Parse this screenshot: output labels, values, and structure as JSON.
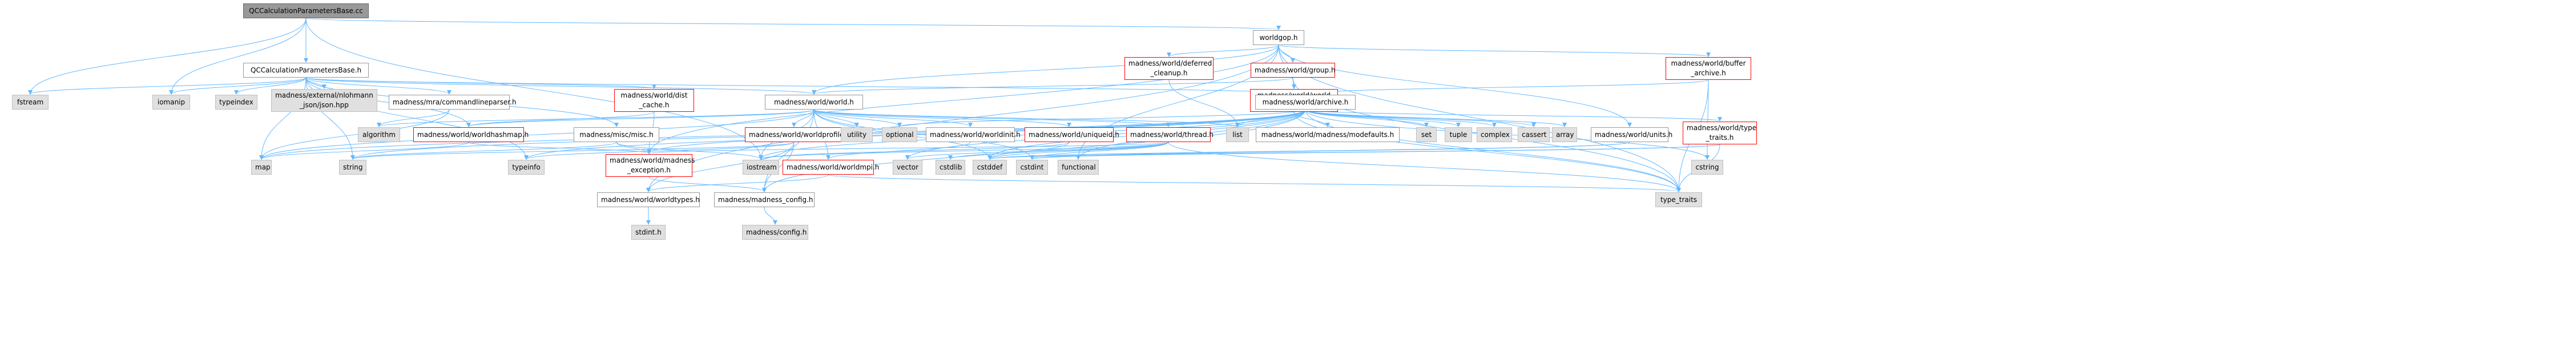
{
  "graph": {
    "nodes": [
      {
        "id": "root",
        "label": "QCCalculationParametersBase.cc",
        "kind": "root",
        "clickable": false
      },
      {
        "id": "worldgop_h",
        "label": "worldgop.h",
        "kind": "normal",
        "clickable": true
      },
      {
        "id": "qccalc_h",
        "label": "QCCalculationParametersBase.h",
        "kind": "normal",
        "clickable": true
      },
      {
        "id": "fstream",
        "label": "fstream",
        "kind": "external",
        "clickable": false
      },
      {
        "id": "iomanip",
        "label": "iomanip",
        "kind": "external",
        "clickable": false
      },
      {
        "id": "typeindex",
        "label": "typeindex",
        "kind": "external",
        "clickable": false
      },
      {
        "id": "json_hpp",
        "label": "madness/external/nlohmann\n_json/json.hpp",
        "kind": "external",
        "clickable": false
      },
      {
        "id": "cmdparser_h",
        "label": "madness/mra/commandlineparser.h",
        "kind": "normal",
        "clickable": true
      },
      {
        "id": "dist_cache_h",
        "label": "madness/world/dist\n_cache.h",
        "kind": "red",
        "clickable": true
      },
      {
        "id": "world_h",
        "label": "madness/world/world.h",
        "kind": "normal",
        "clickable": true
      },
      {
        "id": "deferred_cleanup_h",
        "label": "madness/world/deferred\n_cleanup.h",
        "kind": "red",
        "clickable": true
      },
      {
        "id": "worldgroup_h",
        "label": "madness/world/group.h",
        "kind": "red",
        "clickable": true
      },
      {
        "id": "buffer_archive_h",
        "label": "madness/world/buffer\n_archive.h",
        "kind": "red",
        "clickable": true
      },
      {
        "id": "world_task_queue_h",
        "label": "madness/world/world\n_task_queue.h",
        "kind": "red",
        "clickable": true
      },
      {
        "id": "archive_h",
        "label": "madness/world/archive.h",
        "kind": "normal",
        "clickable": true
      },
      {
        "id": "algorithm",
        "label": "algorithm",
        "kind": "external",
        "clickable": false
      },
      {
        "id": "worldhashmap_h",
        "label": "madness/world/worldhashmap.h",
        "kind": "red",
        "clickable": true
      },
      {
        "id": "misc_h",
        "label": "madness/misc/misc.h",
        "kind": "normal",
        "clickable": true
      },
      {
        "id": "profile_h",
        "label": "madness/world/worldprofile.h",
        "kind": "red",
        "clickable": true
      },
      {
        "id": "utility",
        "label": "utility",
        "kind": "external",
        "clickable": false
      },
      {
        "id": "optional",
        "label": "optional",
        "kind": "external",
        "clickable": false
      },
      {
        "id": "worldinit_h",
        "label": "madness/world/worldinit.h",
        "kind": "normal",
        "clickable": true
      },
      {
        "id": "uniqueid_h",
        "label": "madness/world/uniqueid.h",
        "kind": "red",
        "clickable": true
      },
      {
        "id": "thread_h",
        "label": "madness/world/thread.h",
        "kind": "red",
        "clickable": true
      },
      {
        "id": "list",
        "label": "list",
        "kind": "external",
        "clickable": false
      },
      {
        "id": "modefaults_h",
        "label": "madness/world/madness/modefaults.h",
        "kind": "normal",
        "clickable": true
      },
      {
        "id": "set",
        "label": "set",
        "kind": "external",
        "clickable": false
      },
      {
        "id": "tuple",
        "label": "tuple",
        "kind": "external",
        "clickable": false
      },
      {
        "id": "complex",
        "label": "complex",
        "kind": "external",
        "clickable": false
      },
      {
        "id": "cassert",
        "label": "cassert",
        "kind": "external",
        "clickable": false
      },
      {
        "id": "array",
        "label": "array",
        "kind": "external",
        "clickable": false
      },
      {
        "id": "worldunits_h",
        "label": "madness/world/units.h",
        "kind": "normal",
        "clickable": true
      },
      {
        "id": "type_traits_h",
        "label": "madness/world/type\n_traits.h",
        "kind": "red",
        "clickable": true
      },
      {
        "id": "map",
        "label": "map",
        "kind": "external",
        "clickable": false
      },
      {
        "id": "string",
        "label": "string",
        "kind": "external",
        "clickable": false
      },
      {
        "id": "typeinfo",
        "label": "typeinfo",
        "kind": "external",
        "clickable": false
      },
      {
        "id": "madness_exception_h",
        "label": "madness/world/madness\n_exception.h",
        "kind": "red",
        "clickable": true
      },
      {
        "id": "iostream",
        "label": "iostream",
        "kind": "external",
        "clickable": false
      },
      {
        "id": "worldmpi_h",
        "label": "madness/world/worldmpi.h",
        "kind": "red",
        "clickable": true
      },
      {
        "id": "vector",
        "label": "vector",
        "kind": "external",
        "clickable": false
      },
      {
        "id": "cstdlib",
        "label": "cstdlib",
        "kind": "external",
        "clickable": false
      },
      {
        "id": "cstddef",
        "label": "cstddef",
        "kind": "external",
        "clickable": false
      },
      {
        "id": "cstdint",
        "label": "cstdint",
        "kind": "external",
        "clickable": false
      },
      {
        "id": "functional",
        "label": "functional",
        "kind": "external",
        "clickable": false
      },
      {
        "id": "cstring",
        "label": "cstring",
        "kind": "external",
        "clickable": false
      },
      {
        "id": "worldtypes_h",
        "label": "madness/world/worldtypes.h",
        "kind": "normal",
        "clickable": true
      },
      {
        "id": "madness_config_h",
        "label": "madness/madness_config.h",
        "kind": "normal",
        "clickable": true
      },
      {
        "id": "type_traits",
        "label": "type_traits",
        "kind": "external",
        "clickable": false
      },
      {
        "id": "stdint_h",
        "label": "stdint.h",
        "kind": "external",
        "clickable": false
      },
      {
        "id": "config_h",
        "label": "madness/config.h",
        "kind": "external",
        "clickable": false
      }
    ],
    "colors": {
      "edge": "#63b8ff",
      "normal_border": "#999999",
      "red_border": "#ff0000",
      "external_fill": "#e0e0e0",
      "root_fill": "#999999"
    }
  }
}
